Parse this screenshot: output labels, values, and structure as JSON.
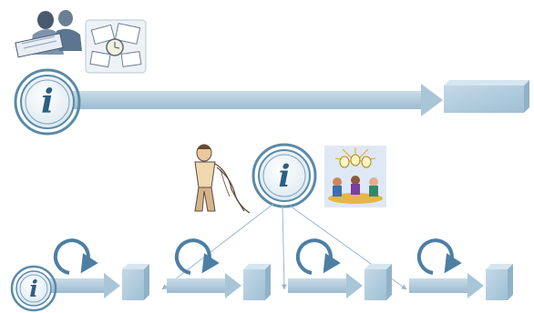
{
  "diagram": {
    "info_badges": [
      {
        "glyph": "i"
      },
      {
        "glyph": "i"
      },
      {
        "glyph": "i"
      }
    ],
    "clipart": [
      {
        "icon": "people-planning-clipart"
      },
      {
        "icon": "documents-clock-clipart"
      },
      {
        "icon": "woman-reading-scroll-clipart"
      },
      {
        "icon": "team-meeting-ideas-clipart"
      }
    ],
    "iteration_count": 4,
    "colors": {
      "arrow_fill": "#a9c5d8",
      "arrow_dark": "#7fa3bd",
      "box_front": "#b3cfe0",
      "box_top": "#d6e6f0",
      "box_side": "#8fb2c9",
      "badge_ring": "#5a8aa8",
      "badge_glyph": "#2d5f82",
      "connector_line": "#9ab8cc",
      "loop_stroke": "#4d7fa3"
    }
  }
}
